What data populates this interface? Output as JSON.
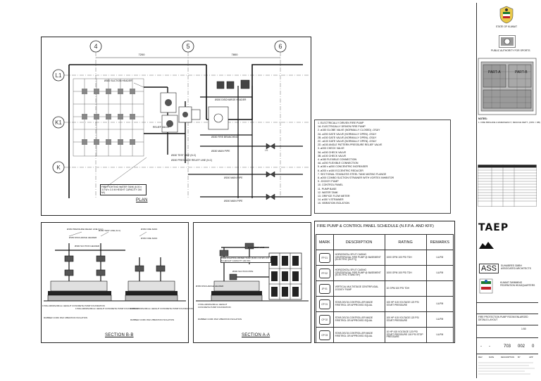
{
  "plan": {
    "grid_columns": [
      "4",
      "5",
      "6"
    ],
    "grid_rows": [
      "L1",
      "K1",
      "K"
    ],
    "dims": [
      "7200",
      "7800"
    ],
    "labels": {
      "suction_header": "Ø300 SUCTION HEADER",
      "discharge_1": "Ø150 DISCHARGE HEADER",
      "relief_valve": "RELIEF VALVE",
      "fire_branching": "Ø150 FIRE BRANCHING",
      "main_pipe_1": "Ø150 MAIN PIPE",
      "test_line": "Ø150 TEST LINE (N.C)",
      "pressure_relief": "Ø150 PRESSURE RELIEF LINE (N.C)",
      "main_pipe_2": "Ø150 MAIN PIPE",
      "main_pipe_3": "Ø150 MAIN PIPE",
      "water_tank": "FIRE FIGHTING WATER TANK (6.00 x 3.0 W x 3.0 M HEIGHT CAPACITY 240 M³)",
      "iv": "I.V."
    },
    "caption": "PLAN"
  },
  "legend": [
    "1.   ELECTRICALLY DRIVEN FIRE PUMP",
    "1A.  ELECTRICALLY DRIVEN FIRE PUMP",
    "2.   ø150 GLOBE VALVE (NORMALLY CLOSED) -OS&Y",
    "2A.  ø200 GATE VALVE (NORMALLY OPEN) -OS&Y",
    "2B.  ø150 GATE VALVE (NORMALLY OPEN) -OS&Y",
    "2C.  ø100 GATE VALVE (NORMALLY OPEN) -OS&Y",
    "2D.  ø150 ANGLE PATTERN PRESSURE RELIEF VALVE",
    "3.   ø200 CHECK VALVE",
    "3A.  ø150 CHECK VALVE",
    "3B.  ø100 CHECK VALVE",
    "4.   ø150 FLEXIBLE CONNECTION",
    "4A.  ø200 FLEXIBLE CONNECTION",
    "5.   ø150 x ø200 CONCENTRIC INCREASER",
    "6.   ø200 x ø150 ECCENTRIC REDUCER",
    "7.   SECTIONAL STAINLESS STEEL TANK MATING FLANGE",
    "8.   ø200 COMBO SUCTION STRAINER WITH VORTEX INHIBITOR",
    "9.   JOCKEY PUMP",
    "10.  CONTROL PANEL",
    "11.  PUMP BASE",
    "12.  WATER TANK",
    "13.  ORIFICE FLOW METER",
    "14.  ø150 Y-STRAINER",
    "15.  VIBRATION ISOLATION"
  ],
  "section_bb": {
    "caption": "SECTION B-B",
    "labels": [
      "Ø150 PRESSURE RELIEF LINE (N.C)",
      "Ø150 TEST LINE (N.C)",
      "Ø150 FIRE MAIN",
      "Ø150 DISCHARGE HEADER",
      "Ø150 FIRE MAIN",
      "Ø300 SUCTION HEADER",
      "1700Lx460Wx200mm HEIGHT CONCRETE PUMP FOUNDATION",
      "RUBBER CORK PAD VIBRATION ISOLATION",
      "1700Lx460Wx200mm HEIGHT CONCRETE PUMP FOUNDATION",
      "1700Lx450Wx200mm HEIGHT CONCRETE PUMP FOUNDATION",
      "RUBBER CORK PAD VIBRATION ISOLATION"
    ]
  },
  "section_aa": {
    "caption": "SECTION A-A",
    "labels": [
      "Ø150 TEST LINE",
      "FIRE FIGHTING WATER TANK (6.00 x 3.0 W x 3.0 M HEIGHT CAPACITY 240 M³)",
      "Ø300 SUCTION PIPE",
      "Ø150 DISCHARGE HEADER",
      "1700Lx460Wx200mm HEIGHT CONCRETE PUMP FOUNDATION",
      "RUBBER CORK PAD VIBRATION ISOLATION"
    ]
  },
  "schedule": {
    "title": "FIRE PUMP & CONTROL PANEL SCHEDULE (N.F.P.A. AND KFF)",
    "headers": [
      "MARK",
      "DESCRIPTION",
      "RATING",
      "REMARKS"
    ],
    "rows": [
      {
        "mark": "FP 01",
        "desc": "HORIZONTAL SPLIT CASING CENTRIFUGAL FIRE PUMP @ BASEMENT (ELECTRIC (DUTY))",
        "rating": "1000 GPM 100 PSI TDH",
        "remarks": "UL/FM"
      },
      {
        "mark": "FP 02",
        "desc": "HORIZONTAL SPLIT CASING CENTRIFUGAL FIRE PUMP @ BASEMENT (ELECTRIC STAND BY)",
        "rating": "1000 GPM 100 PSI TDH",
        "remarks": "UL/FM"
      },
      {
        "mark": "JP 01",
        "desc": "VERTICAL MULTISTAGE CENTRIFUGAL JOCKEY PUMP",
        "rating": "10 GPM 100 PSI TDH",
        "remarks": ""
      },
      {
        "mark": "CP 01",
        "desc": "STAR-DELTA CONTROLLER MADE FIRETROL OR APPROVED EQUAL",
        "rating": "100 HP 415 VOLTAGE 120 PSI START PRESSURE",
        "remarks": "UL/FM"
      },
      {
        "mark": "CP 02",
        "desc": "STAR-DELTA CONTROLLER MADE FIRETROL OR APPROVED EQUAL",
        "rating": "100 HP 415 VOLTAGE 120 PSI START PRESSURE",
        "remarks": "UL/FM"
      },
      {
        "mark": "CP 03",
        "desc": "STAR-DELTA CONTROLLER MADE FIRETROL OR APPROVED EQUAL",
        "rating": "10 HP 415 VOLTAGE 120 PSI START PRESSURE 100 PSI STOP PRESSURE",
        "remarks": "UL/FM"
      }
    ]
  },
  "title_block": {
    "emblem_caption": "STATE OF KUWAIT",
    "authority": "PUBLIC AUTHORITY FOR SPORTS",
    "key_plan_labels": [
      "PART-A",
      "PART-B"
    ],
    "keynote_title": "NOTES:",
    "keynote_text": "1. FIRE BRIGADE & EMERGENCY, RESCUE DEPT., (FRS = DB)",
    "firm_logo": "TAEP",
    "firm2_logo": "ASS",
    "firm2_name": "SUHAIBRES GMBH ASSOCIATED ARCHITECTS",
    "client_name": "KUWAIT SWIMMING FEDERATION HEADQUARTERS",
    "drawing_title": "FIRE PROTECTION PUMP ROOM ENLARGED DETAILS LAYOUT",
    "scale": "1:50",
    "sheet_numbers": [
      "-",
      "-",
      "703",
      "002",
      "0"
    ],
    "revision_headers": [
      "REV",
      "DATE",
      "DESCRIPTION",
      "BY",
      "APP"
    ]
  },
  "colors": {
    "line": "#111111",
    "hatch": "#555555",
    "paper": "#ffffff"
  }
}
